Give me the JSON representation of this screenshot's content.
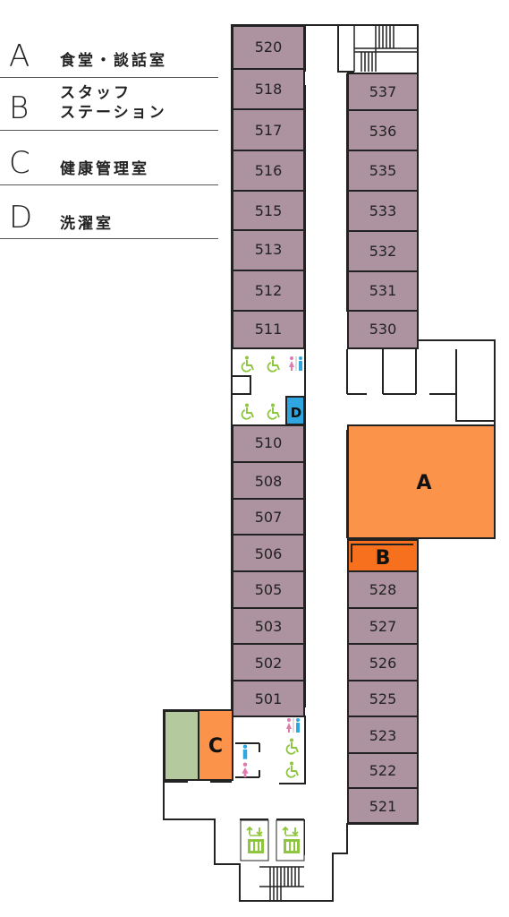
{
  "legend": [
    {
      "letter": "A",
      "label_lines": [
        "食堂・談話室"
      ]
    },
    {
      "letter": "B",
      "label_lines": [
        "スタッフ",
        "ステーション"
      ]
    },
    {
      "letter": "C",
      "label_lines": [
        "健康管理室"
      ]
    },
    {
      "letter": "D",
      "label_lines": [
        "洗濯室"
      ]
    }
  ],
  "rooms_left": [
    "520",
    "518",
    "517",
    "516",
    "515",
    "513",
    "512",
    "511",
    "510",
    "508",
    "507",
    "506",
    "505",
    "503",
    "502",
    "501"
  ],
  "rooms_right": [
    "537",
    "536",
    "535",
    "533",
    "532",
    "531",
    "530",
    "528",
    "527",
    "526",
    "525",
    "523",
    "522",
    "521"
  ],
  "areas": {
    "A": "A",
    "B": "B",
    "C": "C",
    "D": "D"
  },
  "colors": {
    "room": "#ad929f",
    "dining": "#fb934b",
    "station": "#f6701d",
    "health": "#fb934b",
    "laundry": "#2fa6e0",
    "green_room": "#b5c99f",
    "accessible": "#8ec63f",
    "male": "#2fa6e0",
    "female": "#e07bae"
  },
  "icons": [
    "wheelchair-icon",
    "restroom-icon",
    "male-icon",
    "female-icon",
    "elevator-icon",
    "stairs-icon"
  ]
}
